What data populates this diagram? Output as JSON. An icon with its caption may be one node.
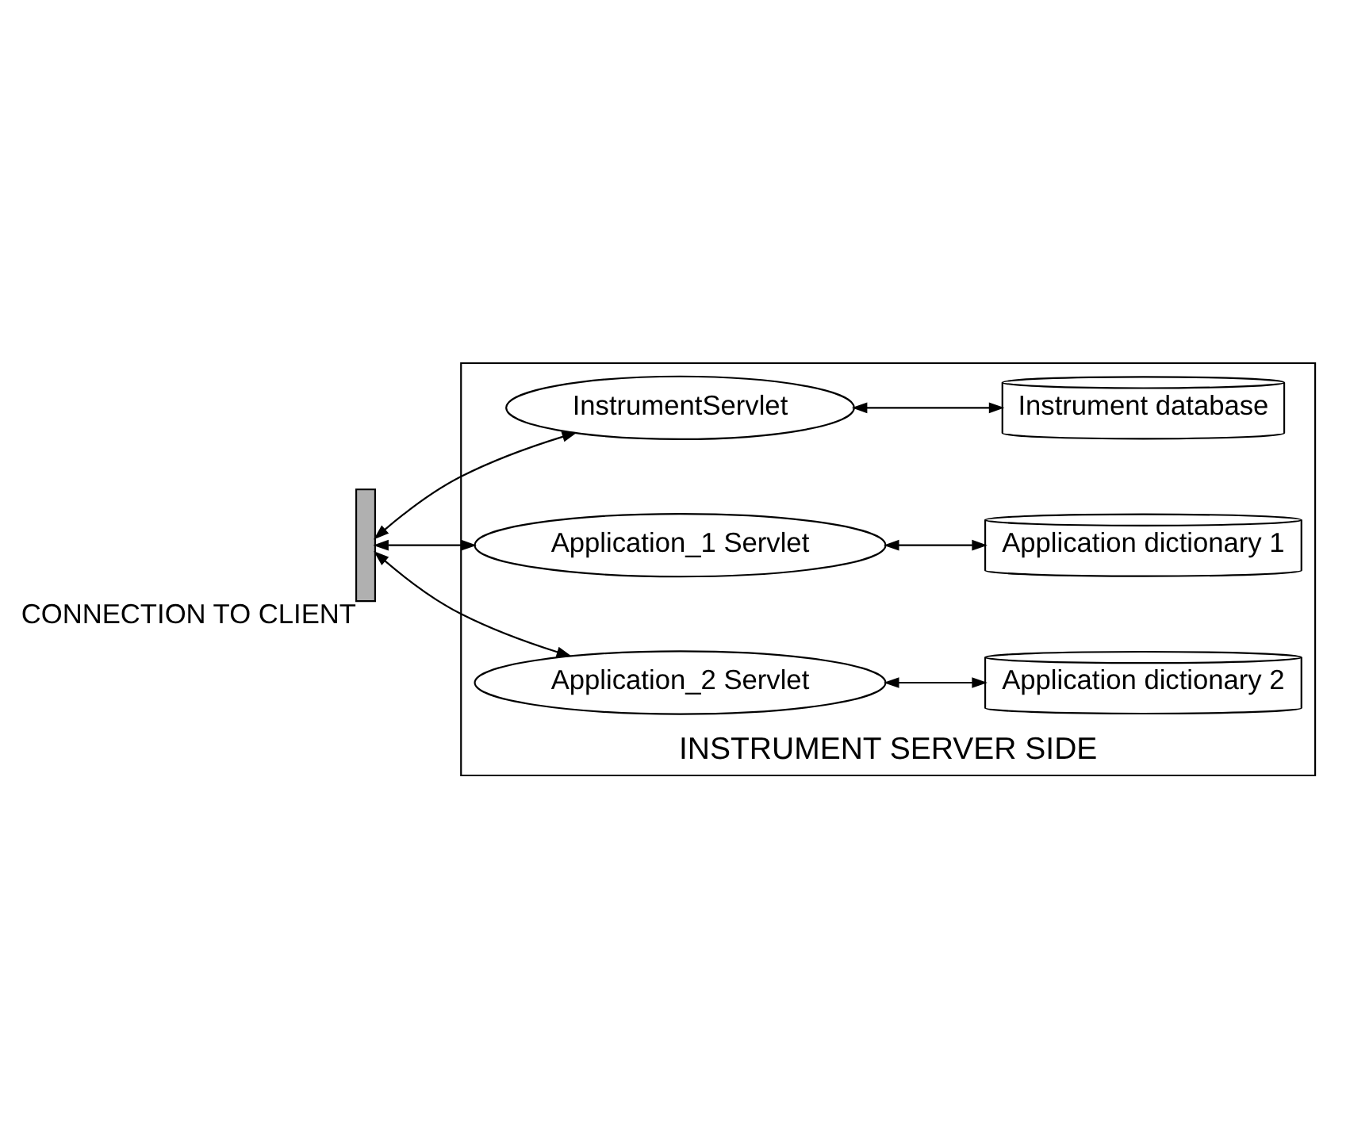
{
  "diagram": {
    "nodes": [
      {
        "text": [
          "INSTRUMENT SERVER SIDE"
        ]
      },
      {
        "text": [],
        "shape": "bar",
        "beside": [
          "CONNECTION TO CLIENT"
        ]
      },
      {
        "text": [
          "InstrumentServlet"
        ],
        "in": 0
      },
      {
        "text": [
          "Instrument database"
        ],
        "in": 0
      },
      {
        "text": [
          "Application_1 Servlet"
        ],
        "in": 0
      },
      {
        "text": [
          "Application dictionary 1"
        ],
        "in": 0
      },
      {
        "text": [
          "Application_2 Servlet"
        ],
        "in": 0
      },
      {
        "text": [
          "Application dictionary 2"
        ],
        "in": 0
      }
    ],
    "edges": [
      {
        "from": 1,
        "to": 2,
        "arrow": "both"
      },
      {
        "from": 2,
        "to": 3,
        "arrow": "both"
      },
      {
        "from": 1,
        "to": 4,
        "arrow": "both"
      },
      {
        "from": 4,
        "to": 5,
        "arrow": "both"
      },
      {
        "from": 1,
        "to": 6,
        "arrow": "both"
      },
      {
        "from": 6,
        "to": 7,
        "arrow": "both"
      }
    ]
  }
}
